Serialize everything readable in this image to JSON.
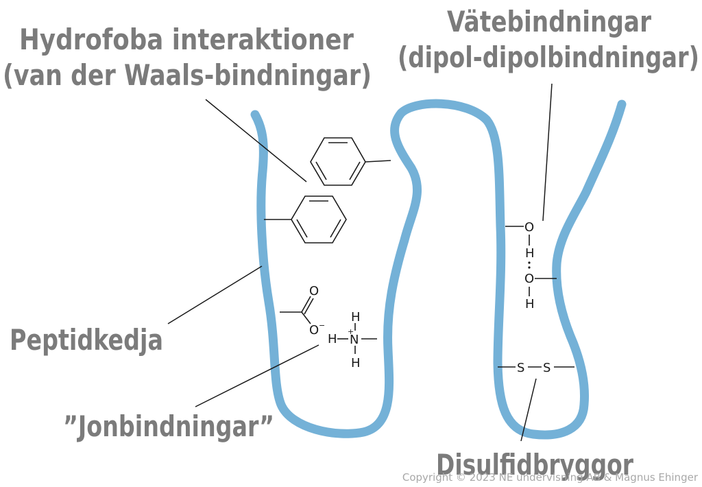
{
  "labels": {
    "hydrophobic_line1": "Hydrofoba interaktioner",
    "hydrophobic_line2": "(van der Waals-bindningar)",
    "hydrogen_line1": "Vätebindningar",
    "hydrogen_line2": "(dipol-dipolbindningar)",
    "peptide_chain": "Peptidkedja",
    "ionic_bonds": "”Jonbindningar”",
    "disulfide_bridges": "Disulfidbryggor"
  },
  "atoms": {
    "carboxyl_oxygen": "O",
    "carboxylate_oxygen": "O",
    "minus_charge": "−",
    "amine_h_top": "H",
    "amine_h_left": "H",
    "amine_nitrogen": "N",
    "plus_charge": "+",
    "amine_h_bottom": "H",
    "hydroxyl_o_top": "O",
    "hydroxyl_h_top": "H",
    "hbond_dots": "⋅⋅",
    "hydroxyl_o_bottom": "O",
    "hydroxyl_h_bottom": "H",
    "sulfur_left": "S",
    "sulfur_right": "S"
  },
  "copyright": "Copyright © 2023 NE undervisning AB & Magnus Ehinger",
  "colors": {
    "chain": "#74b1d7",
    "label": "#7b7b7b",
    "copyright": "#a8a8a8"
  }
}
